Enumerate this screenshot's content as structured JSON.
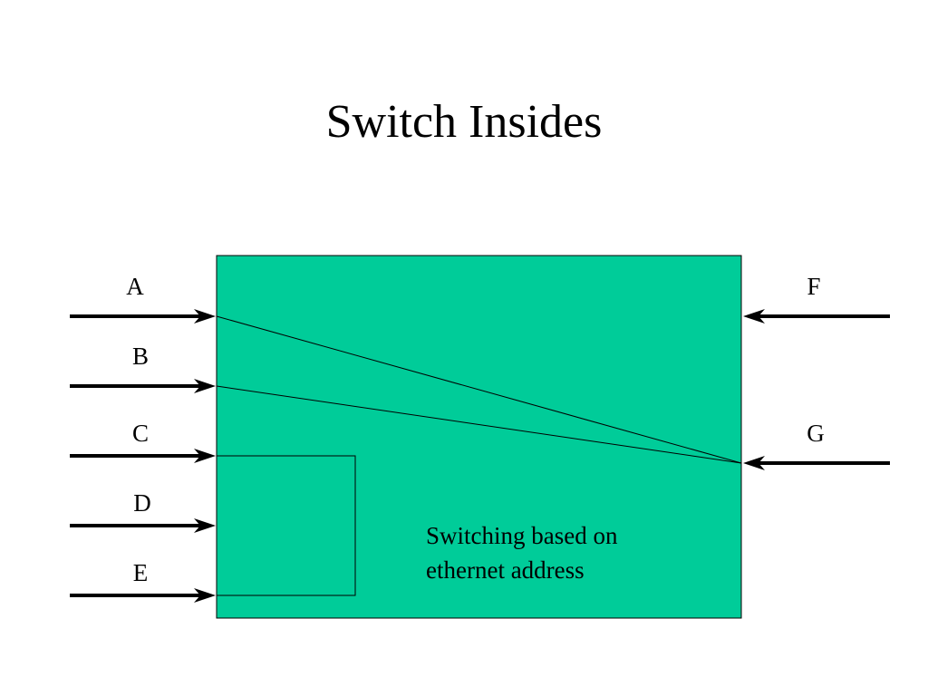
{
  "slide": {
    "title": "Switch Insides"
  },
  "ports": {
    "left": [
      "A",
      "B",
      "C",
      "D",
      "E"
    ],
    "right": [
      "F",
      "G"
    ]
  },
  "caption": {
    "line1": "Switching based on",
    "line2": "ethernet address"
  },
  "colors": {
    "switch_fill": "#00cc99",
    "stroke": "#000000",
    "background": "#ffffff"
  }
}
